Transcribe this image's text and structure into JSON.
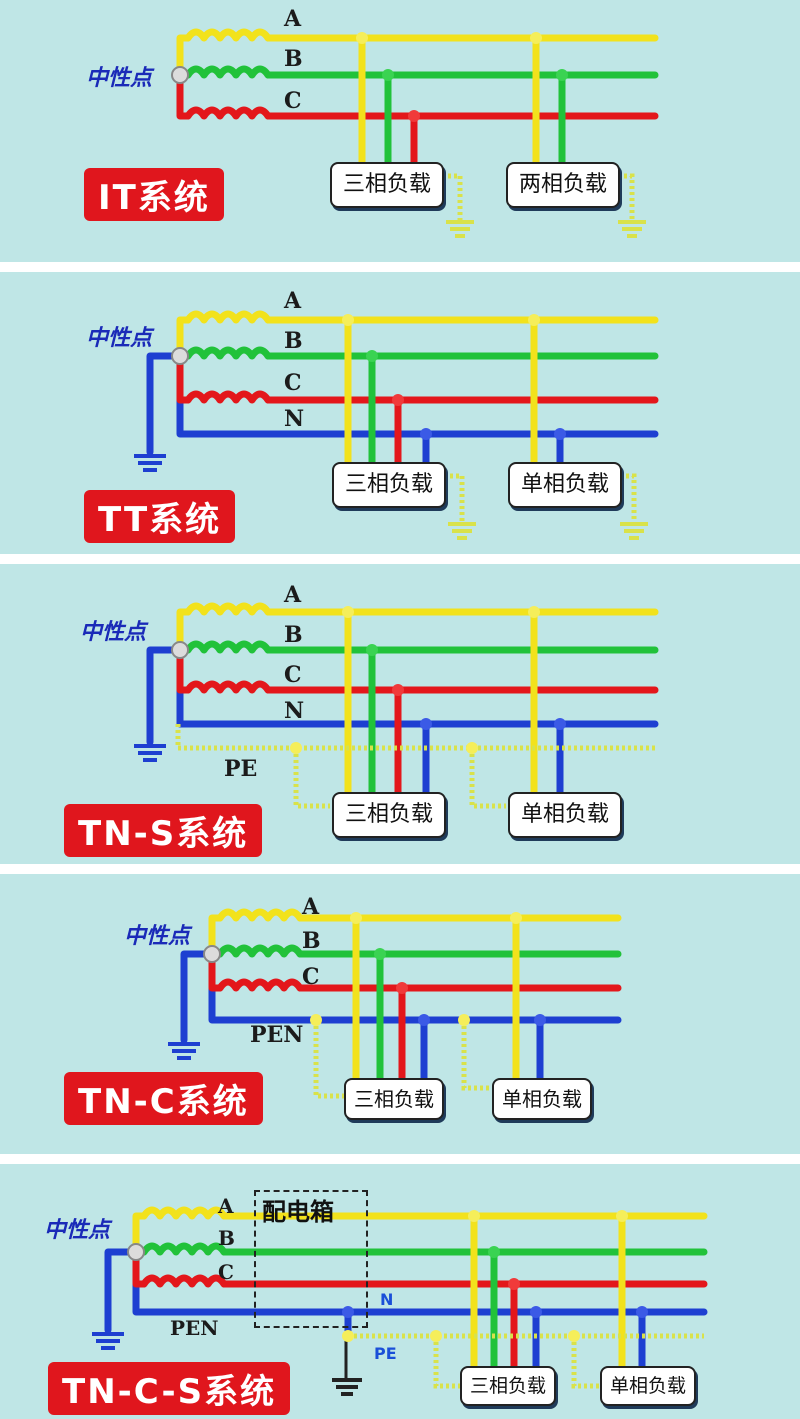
{
  "colors": {
    "phase_a": "#f2e21c",
    "phase_b": "#21c23a",
    "phase_c": "#e3171b",
    "neutral": "#1d3fd1",
    "pe": "#d9e24a",
    "badge": "#e0161d",
    "background": "#bfe6e6"
  },
  "panels": [
    {
      "system": "IT系统",
      "neutral_point": "中性点",
      "phases": [
        "A",
        "B",
        "C"
      ],
      "loads": [
        "三相负载",
        "两相负载"
      ]
    },
    {
      "system": "TT系统",
      "neutral_point": "中性点",
      "phases": [
        "A",
        "B",
        "C",
        "N"
      ],
      "loads": [
        "三相负载",
        "单相负载"
      ]
    },
    {
      "system": "TN-S系统",
      "neutral_point": "中性点",
      "phases": [
        "A",
        "B",
        "C",
        "N"
      ],
      "pe_label": "PE",
      "loads": [
        "三相负载",
        "单相负载"
      ]
    },
    {
      "system": "TN-C系统",
      "neutral_point": "中性点",
      "phases": [
        "A",
        "B",
        "C"
      ],
      "pen_label": "PEN",
      "loads": [
        "三相负载",
        "单相负载"
      ]
    },
    {
      "system": "TN-C-S系统",
      "neutral_point": "中性点",
      "phases": [
        "A",
        "B",
        "C"
      ],
      "pen_label": "PEN",
      "distribution_box": "配电箱",
      "n_label": "N",
      "pe_label": "PE",
      "loads": [
        "三相负载",
        "单相负载"
      ]
    }
  ],
  "icons": [
    "ground-icon",
    "neutral-node-icon",
    "coil-icon"
  ]
}
